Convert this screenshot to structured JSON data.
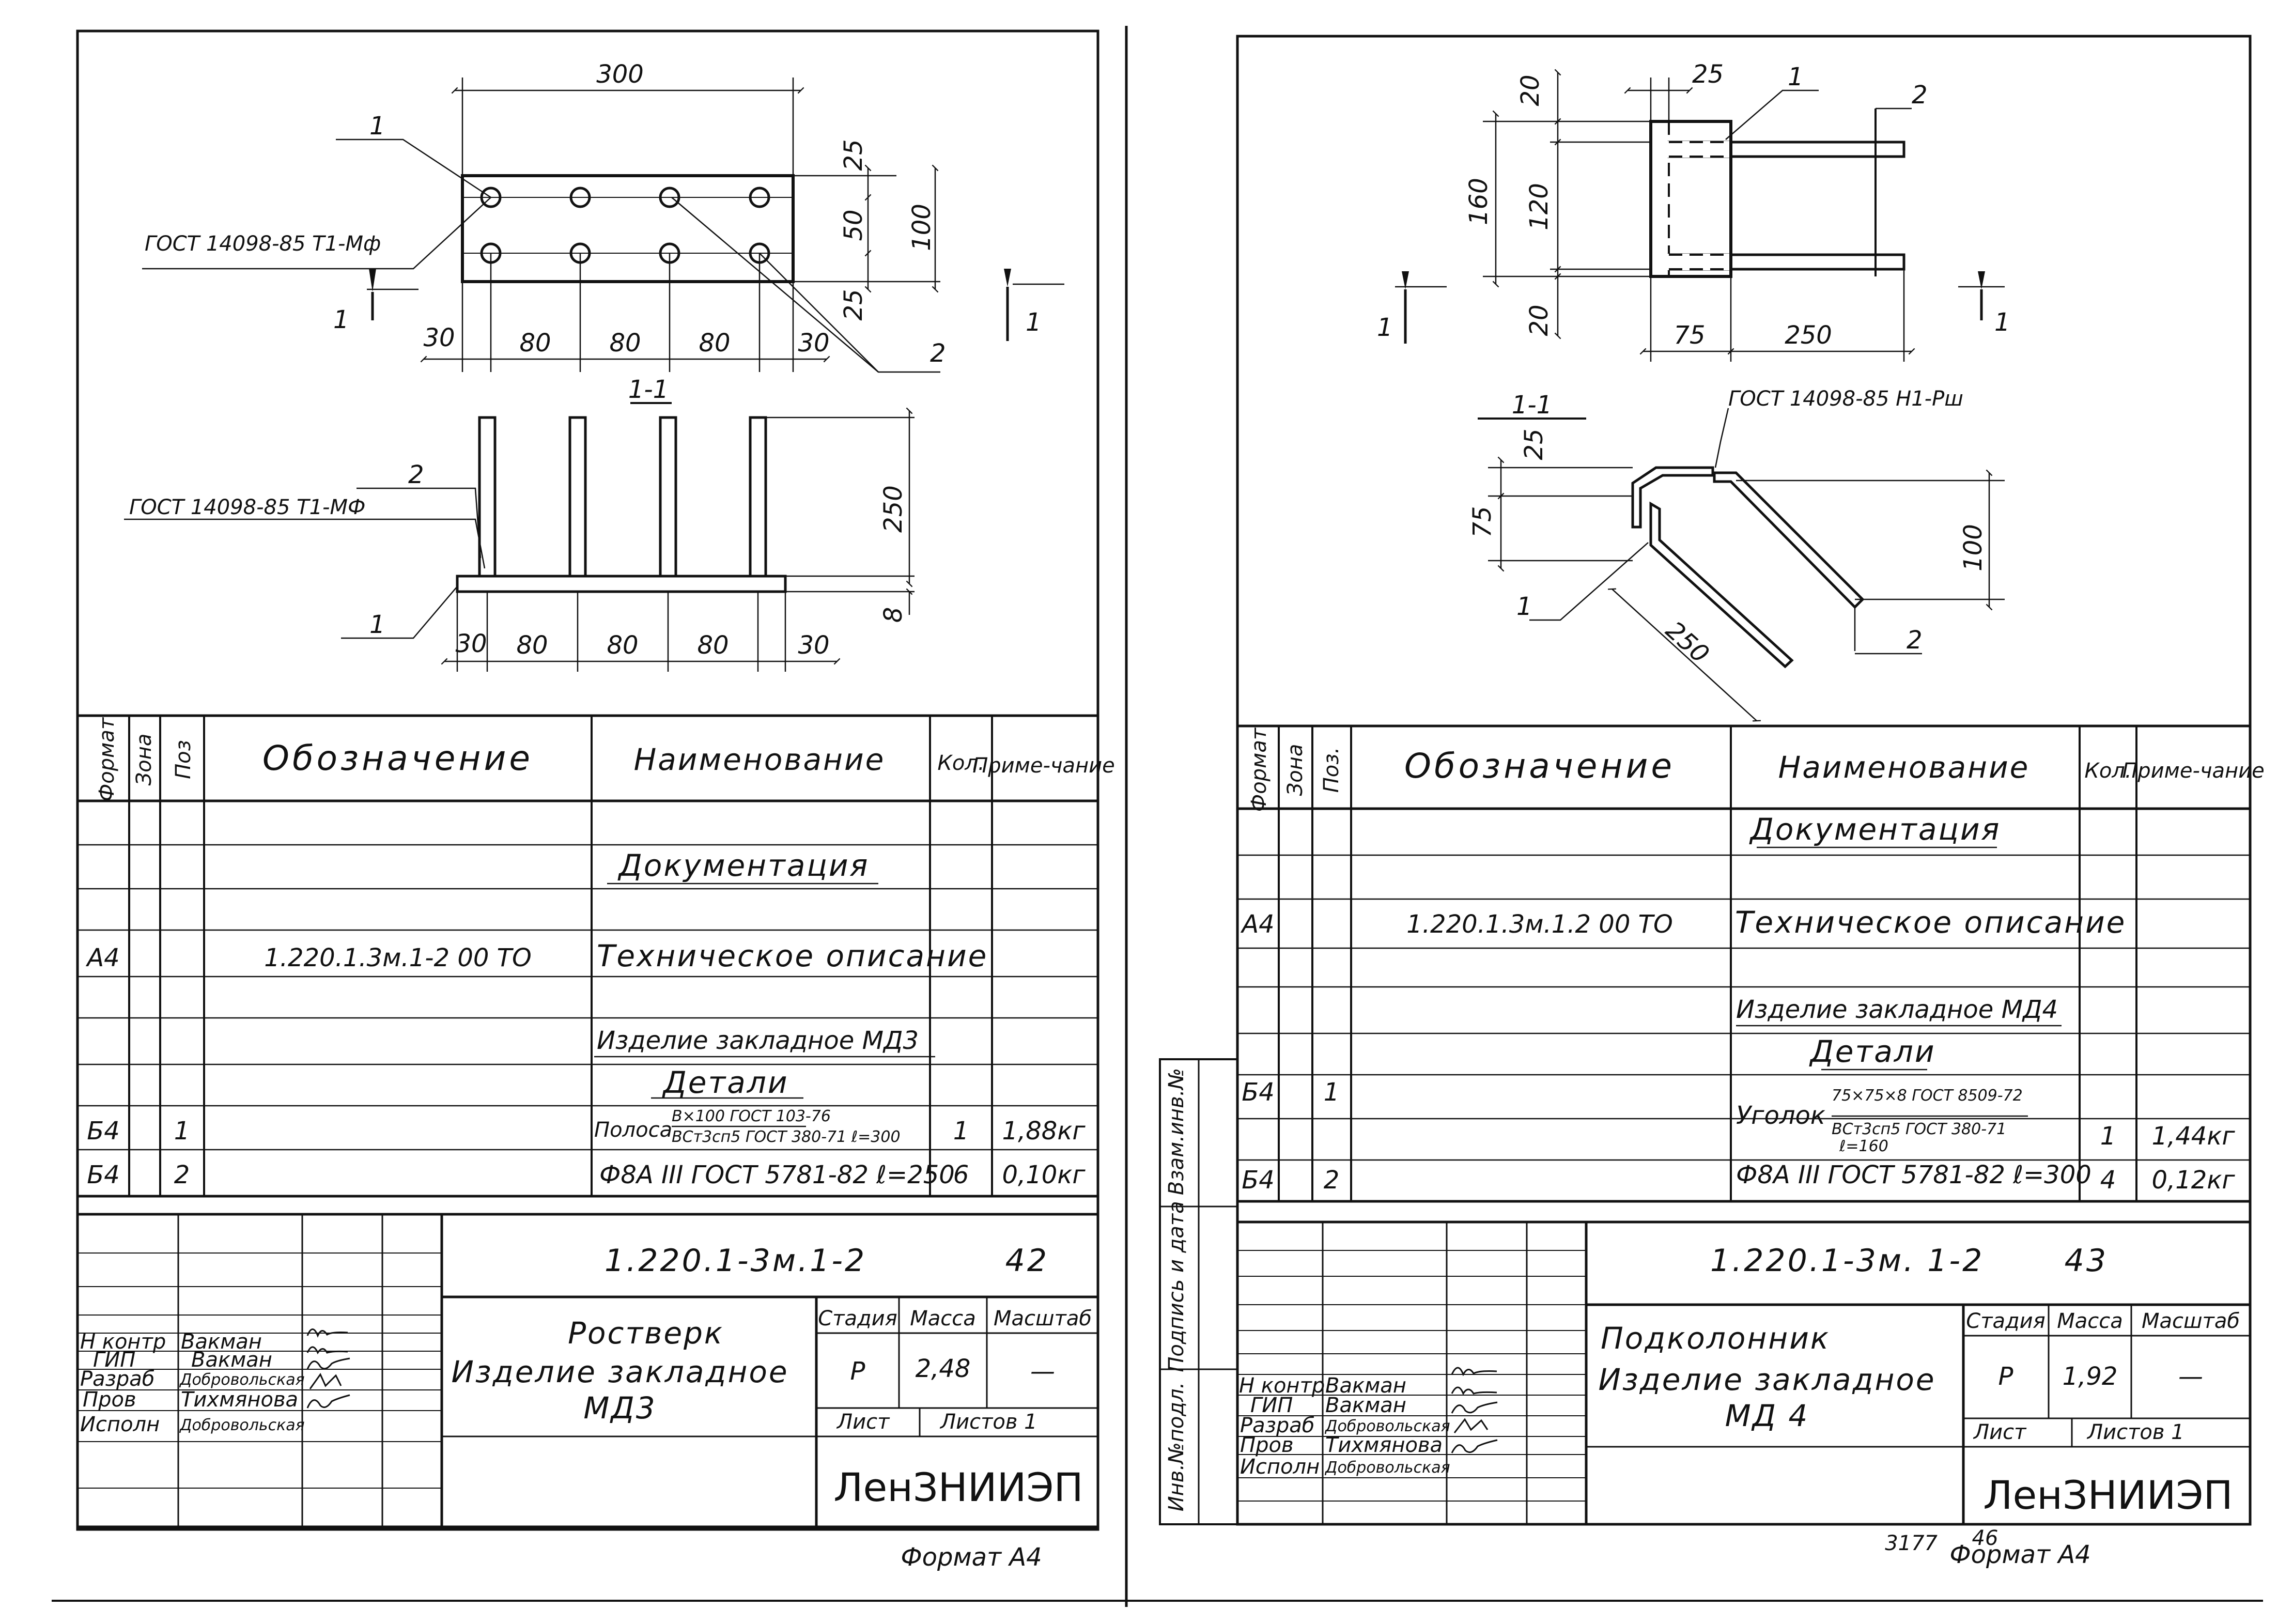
{
  "left_sheet": {
    "plan": {
      "top_width": "300",
      "right_dims": [
        "25",
        "50",
        "25",
        "100"
      ],
      "bottom_dims": [
        "30",
        "80",
        "80",
        "80",
        "30"
      ],
      "pos1": "1",
      "pos2": "2",
      "gost": "ГОСТ 14098-85 Т1-Мф",
      "cut_marks": [
        "1",
        "1"
      ]
    },
    "section": {
      "title": "1-1",
      "pos1": "1",
      "pos2": "2",
      "gost": "ГОСТ 14098-85 Т1-МФ",
      "height": "250",
      "plate": "8",
      "bottom_dims": [
        "30",
        "80",
        "80",
        "80",
        "30"
      ]
    },
    "spec": {
      "headers": {
        "format": "Формат",
        "zone": "Зона",
        "pos": "Поз",
        "designation": "Обозначение",
        "name": "Наименование",
        "qty": "Кол.",
        "note": "Приме-чание"
      },
      "section_docs": "Документация",
      "doc_row": {
        "format": "А4",
        "designation": "1.220.1.3м.1-2 00 ТО",
        "name": "Техническое описание"
      },
      "product": "Изделие закладное МД3",
      "section_parts": "Детали",
      "rows": [
        {
          "format": "Б4",
          "pos": "1",
          "name_prefix": "Полоса",
          "name_top": "В×100 ГОСТ 103-76",
          "name_bottom": "ВСт3сп5 ГОСТ 380-71  ℓ=300",
          "qty": "1",
          "note": "1,88кг"
        },
        {
          "format": "Б4",
          "pos": "2",
          "name": "Ф8А III ГОСТ 5781-82  ℓ=250",
          "qty": "6",
          "note": "0,10кг"
        }
      ]
    },
    "stamp": {
      "code": "1.220.1-3м.1-2",
      "sheet_no": "42",
      "title_line1": "Ростверк",
      "title_line2": "Изделие закладное",
      "title_line3": "МД3",
      "stage_label": "Стадия",
      "mass_label": "Масса",
      "scale_label": "Масштаб",
      "stage": "Р",
      "mass": "2,48",
      "scale": "—",
      "list_label": "Лист",
      "lists_label": "Листов 1",
      "org": "ЛенЗНИИЭП",
      "people": [
        {
          "role": "Н контр",
          "name": "Вакман"
        },
        {
          "role": "ГИП",
          "name": "Вакман"
        },
        {
          "role": "Разраб",
          "name": "Добровольская"
        },
        {
          "role": "Пров",
          "name": "Тихмянова"
        },
        {
          "role": "Исполн",
          "name": "Добровольская"
        }
      ]
    },
    "format": "Формат А4"
  },
  "right_sheet": {
    "plan": {
      "top_dims": [
        "20",
        "25"
      ],
      "pos1": "1",
      "pos2": "2",
      "left_dims": [
        "160",
        "120",
        "20"
      ],
      "bottom_dims": [
        "75",
        "250"
      ],
      "cut_marks": [
        "1",
        "1"
      ]
    },
    "section": {
      "title": "1-1",
      "gost": "ГОСТ 14098-85 Н1-Рш",
      "dims": [
        "25",
        "75",
        "100",
        "250"
      ],
      "pos1": "1",
      "pos2": "2"
    },
    "side_labels": [
      "Инв.№подл.",
      "Подпись и дата",
      "Взам.инв.№"
    ],
    "spec": {
      "headers": {
        "format": "Формат",
        "zone": "Зона",
        "pos": "Поз.",
        "designation": "Обозначение",
        "name": "Наименование",
        "qty": "Кол.",
        "note": "Приме-чание"
      },
      "section_docs": "Документация",
      "doc_row": {
        "format": "А4",
        "designation": "1.220.1.3м.1.2 00 ТО",
        "name": "Техническое описание"
      },
      "product": "Изделие закладное МД4",
      "section_parts": "Детали",
      "rows": [
        {
          "format": "Б4",
          "pos": "1",
          "name_prefix": "Уголок",
          "name_top": "75×75×8 ГОСТ 8509-72",
          "name_bottom": "ВСт3сп5 ГОСТ 380-71",
          "name_extra": "ℓ=160",
          "qty": "1",
          "note": "1,44кг"
        },
        {
          "format": "Б4",
          "pos": "2",
          "name": "Ф8А III ГОСТ 5781-82  ℓ=300",
          "qty": "4",
          "note": "0,12кг"
        }
      ]
    },
    "stamp": {
      "code": "1.220.1-3м. 1-2",
      "sheet_no": "43",
      "title_line1": "Подколонник",
      "title_line2": "Изделие закладное",
      "title_line3": "МД 4",
      "stage_label": "Стадия",
      "mass_label": "Масса",
      "scale_label": "Масштаб",
      "stage": "Р",
      "mass": "1,92",
      "scale": "—",
      "list_label": "Лист",
      "lists_label": "Листов 1",
      "org": "ЛенЗНИИЭП",
      "people": [
        {
          "role": "Н контр.",
          "name": "Вакман"
        },
        {
          "role": "ГИП",
          "name": "Вакман"
        },
        {
          "role": "Разраб",
          "name": "Добровольская"
        },
        {
          "role": "Пров",
          "name": "Тихмянова"
        },
        {
          "role": "Исполн",
          "name": "Добровольская"
        }
      ]
    },
    "archive": "3177",
    "page_mark": "46",
    "format": "Формат А4"
  }
}
